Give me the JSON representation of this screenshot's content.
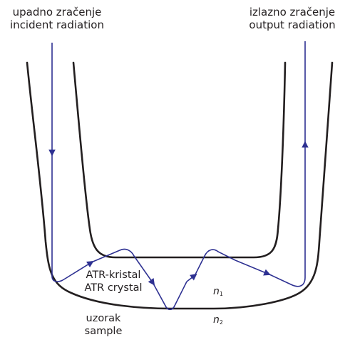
{
  "labels": {
    "incident": {
      "line1": "upadno zračenje",
      "line2": "incident radiation"
    },
    "output": {
      "line1": "izlazno zračenje",
      "line2": "output radiation"
    },
    "crystal": {
      "line1": "ATR-kristal",
      "line2": "ATR crystal"
    },
    "sample": {
      "line1": "uzorak",
      "line2": "sample"
    },
    "n1": {
      "symbol": "n",
      "subscript": "1"
    },
    "n2": {
      "symbol": "n",
      "subscript": "2"
    }
  },
  "colors": {
    "outline": "#231f20",
    "beam": "#2e3192",
    "background": "#ffffff"
  }
}
